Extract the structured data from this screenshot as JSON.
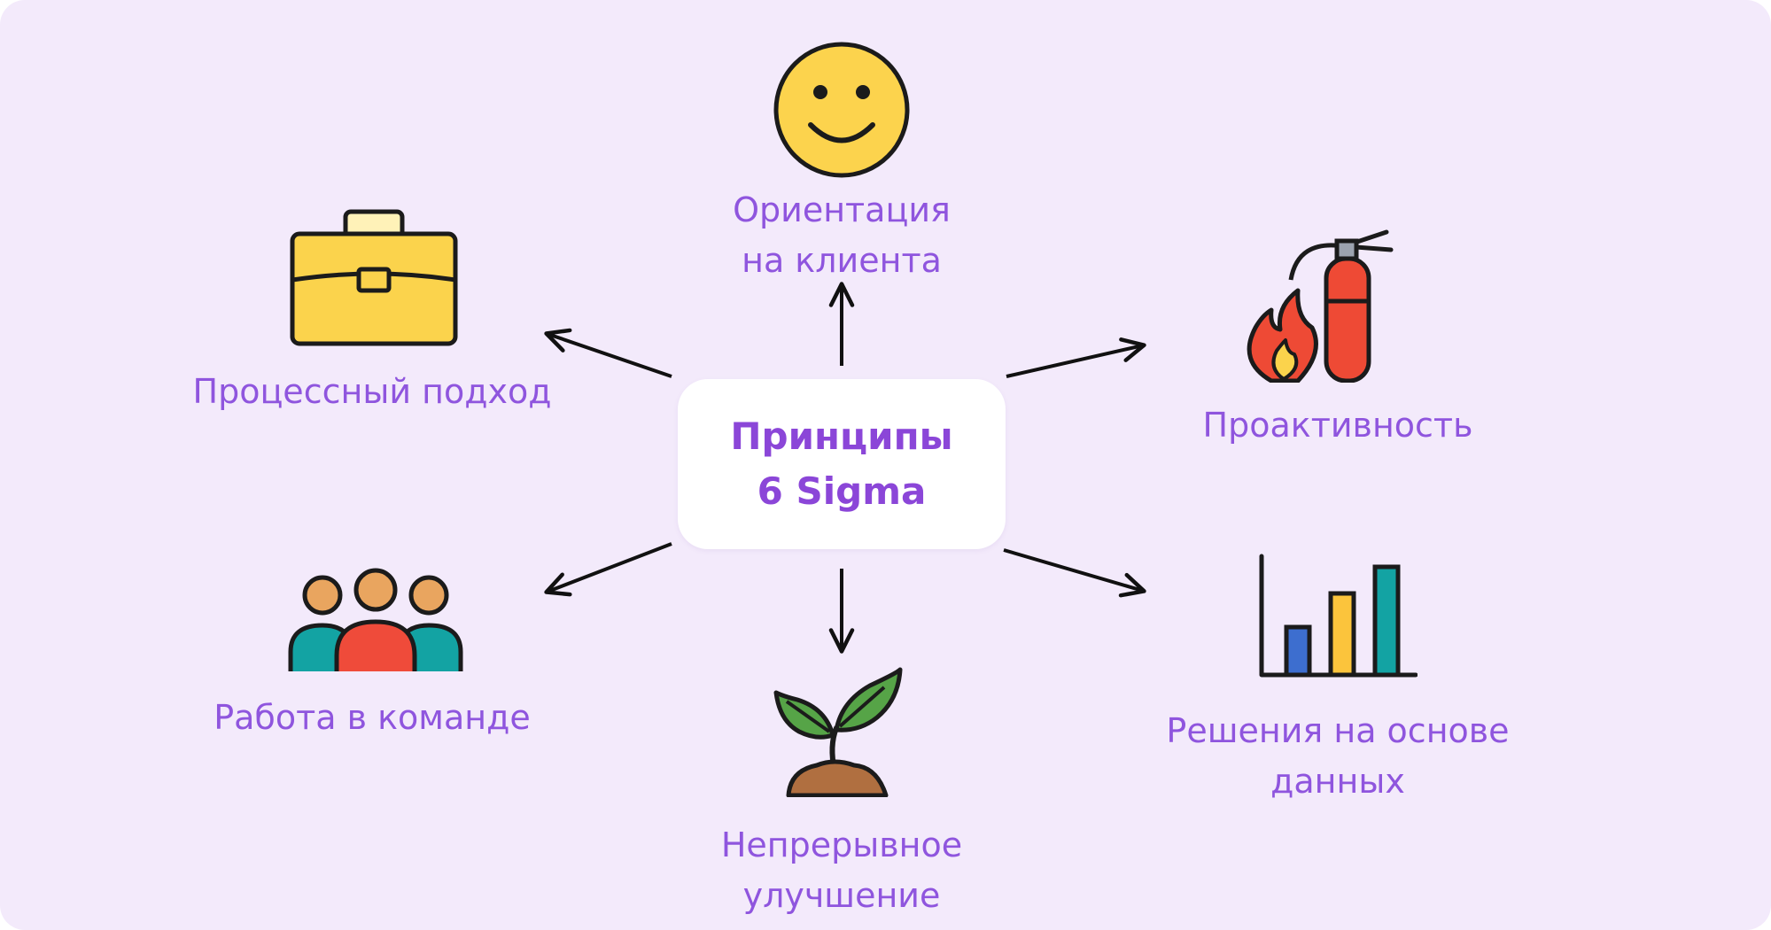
{
  "center": {
    "line1": "Принципы",
    "line2": "6 Sigma"
  },
  "nodes": {
    "customer": {
      "line1": "Ориентация",
      "line2": "на клиента",
      "icon": "smiley-icon"
    },
    "process": {
      "line1": "Процессный подход",
      "icon": "briefcase-icon"
    },
    "proactive": {
      "line1": "Проактивность",
      "icon": "fire-extinguisher-icon"
    },
    "team": {
      "line1": "Работа в команде",
      "icon": "team-people-icon"
    },
    "improvement": {
      "line1": "Непрерывное",
      "line2": "улучшение",
      "icon": "sprout-icon"
    },
    "data": {
      "line1": "Решения на основе",
      "line2": "данных",
      "icon": "bar-chart-icon"
    }
  },
  "colors": {
    "background": "#f3eafb",
    "text": "#8f55de",
    "center_text": "#8b46d8",
    "arrow": "#111111"
  }
}
